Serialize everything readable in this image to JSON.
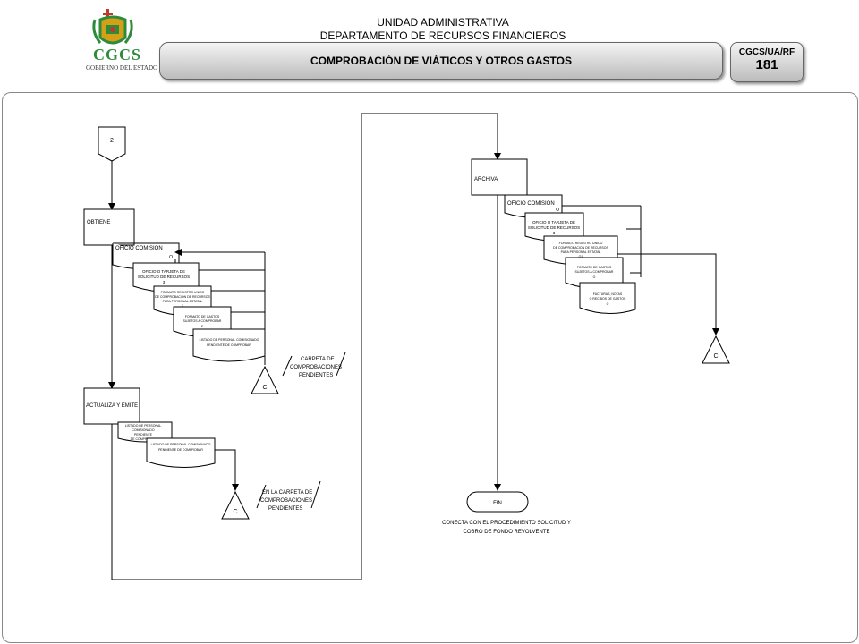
{
  "header": {
    "unit": "UNIDAD ADMINISTRATIVA",
    "department": "DEPARTAMENTO DE RECURSOS FINANCIEROS",
    "title": "COMPROBACIÓN DE VIÁTICOS Y OTROS  GASTOS",
    "code": "CGCS/UA/RF",
    "page": "181"
  },
  "logo": {
    "acronym": "CGCS",
    "subtitle": "GOBIERNO DEL ESTADO"
  },
  "colors": {
    "header_gradient_top": "#f4f4f4",
    "header_gradient_bottom": "#bcbcbc",
    "logo_green": "#2e8b3c",
    "logo_gold": "#d4a017"
  },
  "flow": {
    "start_connector": "2",
    "obtiene": "OBTIENE",
    "left_docs": [
      {
        "l1": "OFICIO  COMISION",
        "l2": "O"
      },
      {
        "l1": "OFICIO  O TARJETA DE",
        "l2": "SOLICITUD  DE RECURSOS",
        "l3": "3"
      },
      {
        "l1": "FORMATO  REGISTRO UNICO",
        "l2": "DE COMPROBACION DE RECURSOS",
        "l3": "PARA PERSONAL ESTATAL",
        "l4": "2"
      },
      {
        "l1": "FORMATO DE GASTOS",
        "l2": "SUJETOS A COMPROBAR",
        "l3": "2"
      },
      {
        "l1": "LISTADO  DE PERSONAL COMISIONADO",
        "l2": "PENDIENTE DE COMPROBAR"
      }
    ],
    "file_c_1": "C",
    "note_carpeta_1": [
      "CARPETA DE",
      "COMPROBACIONES",
      "PENDIENTES"
    ],
    "actualiza": "ACTUALIZA Y EMITE",
    "list_docs": [
      {
        "l1": "LISTADO DE PERSONAL",
        "l2": "COMISIONADO",
        "l3": "PENDIENTE",
        "l4": "DE COMPROBAR"
      },
      {
        "l1": "LISTADO  DE PERSONAL COMISIONADO",
        "l2": "PENDIENTE DE COMPROBAR"
      }
    ],
    "file_c_2": "C",
    "note_carpeta_2": [
      "EN LA CARPETA DE",
      "COMPROBACIONES",
      "PENDIENTES"
    ],
    "archiva": "ARCHIVA",
    "right_docs": [
      {
        "l1": "OFICIO  COMISION",
        "l2": "O"
      },
      {
        "l1": "OFICIO  O TARJETA DE",
        "l2": "SOLICITUD  DE RECURSOS",
        "l3": "3"
      },
      {
        "l1": "FORMATO  REGISTRO UNICO",
        "l2": "DE COMPROBACION DE RECURSOS",
        "l3": "PARA PERSONAL ESTATAL",
        "l4": "O1"
      },
      {
        "l1": "FORMATO DE GASTOS",
        "l2": "SUJETOS A COMPROBAR",
        "l3": "O"
      },
      {
        "l1": "FACTURAS, NOTAS",
        "l2": "O RECIBOS DE GASTOS",
        "l3": "O"
      }
    ],
    "file_c_3": "C",
    "fin": "FIN",
    "note_fin": [
      "CONECTA  CON  EL PROCEDIMIENTO SOLICITUD Y",
      "COBRO DE FONDO REVOLVENTE"
    ]
  }
}
